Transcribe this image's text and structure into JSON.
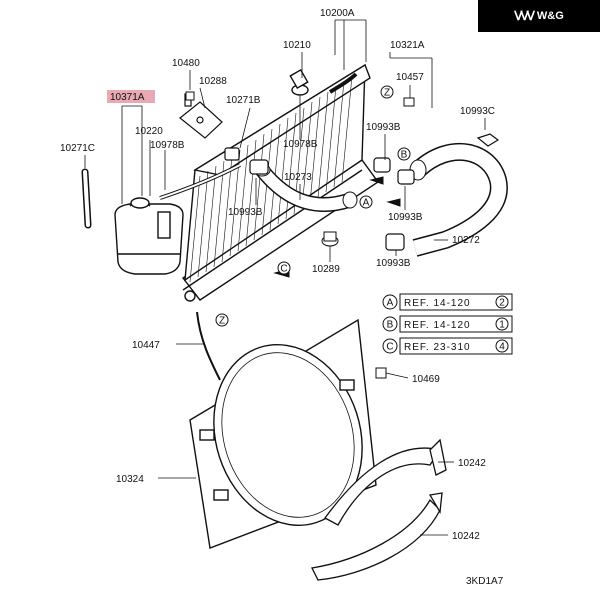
{
  "brand": {
    "logo_text": "W&G",
    "logo_color": "#000000"
  },
  "highlight_color": "#e8a8b4",
  "parts": {
    "p10200A": "10200A",
    "p10210": "10210",
    "p10321A": "10321A",
    "p10480": "10480",
    "p10288": "10288",
    "p10371A": "10371A",
    "p10271B": "10271B",
    "p10457": "10457",
    "p10993C": "10993C",
    "p10220": "10220",
    "p10271C": "10271C",
    "p10978B_left": "10978B",
    "p10978B_mid": "10978B",
    "p10993B_a": "10993B",
    "p10993B_b": "10993B",
    "p10993B_c": "10993B",
    "p10993B_d": "10993B",
    "p10273": "10273",
    "p10272": "10272",
    "p10289": "10289",
    "p10447": "10447",
    "p10469": "10469",
    "p10324": "10324",
    "p10242_a": "10242",
    "p10242_b": "10242"
  },
  "markers": {
    "A": "A",
    "B": "B",
    "C": "C",
    "Z": "Z"
  },
  "references": [
    {
      "letter": "A",
      "text": "REF. 14-120",
      "num": "2"
    },
    {
      "letter": "B",
      "text": "REF. 14-120",
      "num": "1"
    },
    {
      "letter": "C",
      "text": "REF. 23-310",
      "num": "4"
    }
  ],
  "diagram_code": "3KD1A7"
}
